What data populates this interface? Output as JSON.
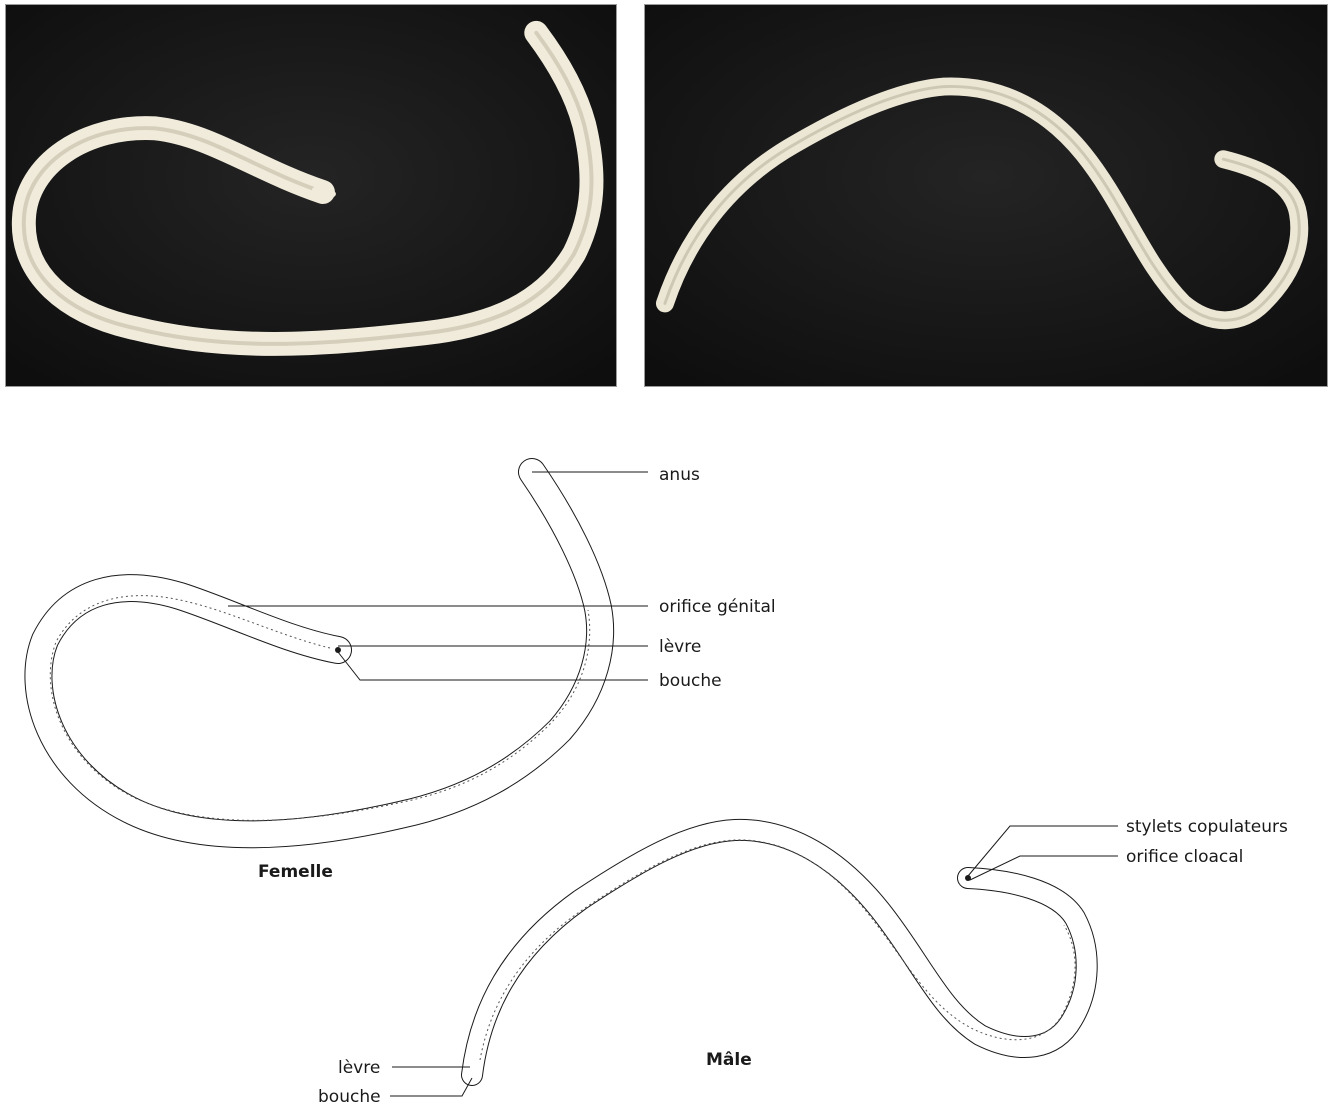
{
  "labels": {
    "female": {
      "anus": "anus",
      "genital_orifice": "orifice génital",
      "lip": "lèvre",
      "mouth": "bouche"
    },
    "male": {
      "copulatory_spicules": "stylets copulateurs",
      "cloacal_orifice": "orifice cloacal",
      "lip": "lèvre",
      "mouth": "bouche"
    }
  },
  "captions": {
    "female": "Femelle",
    "male": "Mâle"
  },
  "colors": {
    "photo_background": "#161616",
    "worm_body": "#e6e0cc",
    "ink": "#1a1a1a"
  }
}
